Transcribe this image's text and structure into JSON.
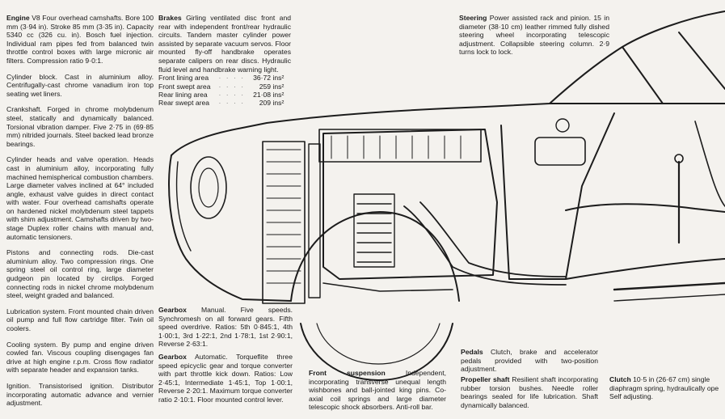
{
  "engine": {
    "heading": "Engine",
    "paragraphs": [
      "V8 Four overhead camshafts. Bore 100 mm (3·94 in). Stroke 85 mm (3·35 in). Capacity 5340 cc (326 cu. in). Bosch fuel injection. Individual ram pipes fed from balanced twin throttle control boxes with large micronic air filters. Compression ratio 9·0:1.",
      "Cylinder block. Cast in aluminium alloy. Centrifugally-cast chrome vanadium iron top seating wet liners.",
      "Crankshaft. Forged in chrome molybdenum steel, statically and dynamically balanced. Torsional vibration damper. Five 2·75 in (69·85 mm) nitrided journals. Steel backed lead bronze bearings.",
      "Cylinder heads and valve operation. Heads cast in aluminium alloy, incorporating fully machined hemispherical combustion chambers. Large diameter valves inclined at 64° included angle, exhaust valve guides in direct contact with water. Four overhead camshafts operate on hardened nickel molybdenum steel tappets with shim adjustment. Camshafts driven by two-stage Duplex roller chains with manual and, automatic tensioners.",
      "Pistons and connecting rods. Die-cast aluminium alloy. Two compression rings. One spring steel oil control ring, large diameter gudgeon pin located by circlips. Forged connecting rods in nickel chrome molybdenum steel, weight graded and balanced.",
      "Lubrication system. Front mounted chain driven oil pump and full flow cartridge filter. Twin oil coolers.",
      "Cooling system. By pump and engine driven cowled fan. Viscous coupling disengages fan drive at high engine r.p.m. Cross flow radiator with separate header and expansion tanks.",
      "Ignition. Transistorised ignition. Distributor incorporating automatic advance and vernier adjustment."
    ]
  },
  "brakes": {
    "heading": "Brakes",
    "text": "Girling ventilated disc front and rear with independent front/rear hydraulic circuits. Tandem master cylinder power assisted by separate vacuum servos. Floor mounted fly-off handbrake operates separate calipers on rear discs. Hydraulic fluid level and handbrake warning light.",
    "areas": [
      {
        "label": "Front lining area",
        "dots": "· ·        · ·",
        "value": "36·72 ins²"
      },
      {
        "label": "Front swept area",
        "dots": "· ·        · ·",
        "value": "259 ins²"
      },
      {
        "label": "Rear lining area",
        "dots": "· ·        · ·",
        "value": "21·08 ins²"
      },
      {
        "label": "Rear swept area",
        "dots": "· ·        · ·",
        "value": "209 ins²"
      }
    ]
  },
  "steering": {
    "heading": "Steering",
    "text": "Power assisted rack and pinion. 15 in diameter (38·10 cm) leather rimmed fully dished steering wheel incorporating telescopic adjustment. Collapsible steering column. 2·9 turns lock to lock."
  },
  "gearbox_manual": {
    "heading": "Gearbox",
    "text": "Manual. Five speeds. Synchromesh on all forward gears. Fifth speed overdrive. Ratios: 5th 0·845:1, 4th 1·00:1, 3rd 1·22:1, 2nd 1·78:1, 1st 2·90:1, Reverse 2·63:1."
  },
  "gearbox_auto": {
    "heading": "Gearbox",
    "text": "Automatic. Torqueflite three speed epicyclic gear and torque converter with part throttle kick down. Ratios: Low 2·45:1, Intermediate 1·45:1, Top 1·00:1, Reverse 2·20:1. Maximum torque converter ratio 2·10:1. Floor mounted control lever."
  },
  "front_suspension": {
    "heading": "Front suspension",
    "text": "Independent, incorporating transverse unequal length wishbones and ball-jointed king pins. Co-axial coil springs and large diameter telescopic shock absorbers. Anti-roll bar."
  },
  "pedals": {
    "heading": "Pedals",
    "text": "Clutch, brake and accelerator pedals provided with two-position adjustment."
  },
  "propeller_shaft": {
    "heading": "Propeller shaft",
    "text": "Resilient shaft incorporating rubber torsion bushes. Needle roller bearings sealed for life lubrication. Shaft dynamically balanced."
  },
  "clutch": {
    "heading": "Clutch",
    "text": "10·5 in (26·67 cm) single diaphragm spring, hydraulically ope Self adjusting."
  },
  "drawing": {
    "ink_color": "#1c1c1c",
    "paper_color": "#f4f2ee",
    "subject": "cutaway engine and front chassis illustration"
  }
}
